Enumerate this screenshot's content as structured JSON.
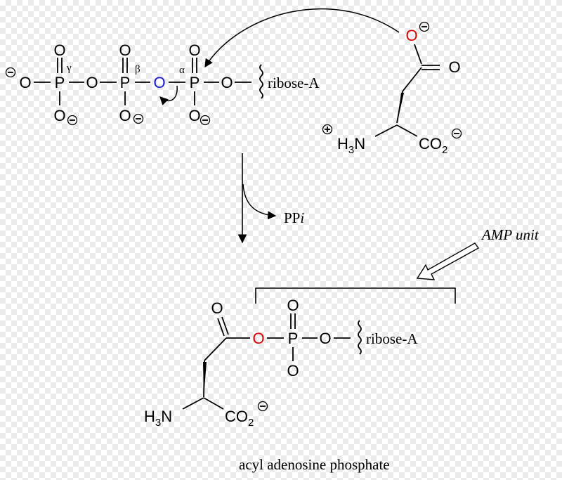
{
  "atoms": {
    "O": "O",
    "P": "P",
    "N": "N",
    "H": "H",
    "C": "C",
    "sub3": "3",
    "sub2": "2",
    "minus": "−",
    "plus": "+"
  },
  "greek": {
    "gamma": "γ",
    "beta": "β",
    "alpha": "α"
  },
  "labels": {
    "ribose_top": "ribose-A",
    "ribose_bottom": "ribose-A",
    "pp": "PP",
    "pp_italic": "i",
    "amp_unit": "AMP unit",
    "product_name": "acyl adenosine phosphate"
  },
  "colors": {
    "black": "#000000",
    "red_oxygen": "#e00000",
    "blue_oxygen": "#1a1ad0",
    "checker": "#ececec"
  }
}
